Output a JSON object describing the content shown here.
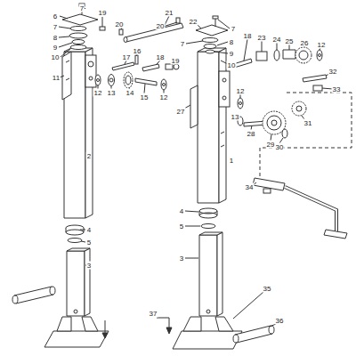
{
  "diagram": {
    "labels": [
      "7",
      "6",
      "7",
      "8",
      "9",
      "10",
      "11",
      "19",
      "20",
      "21",
      "20",
      "22",
      "7",
      "7",
      "8",
      "9",
      "10",
      "18",
      "23",
      "24",
      "25",
      "26",
      "12",
      "17",
      "16",
      "18",
      "19",
      "12",
      "13",
      "14",
      "15",
      "12",
      "27",
      "12",
      "13",
      "28",
      "29",
      "30",
      "31",
      "32",
      "33",
      "2",
      "1",
      "4",
      "5",
      "4",
      "5",
      "34",
      "3",
      "3",
      "35",
      "36",
      "37"
    ]
  }
}
